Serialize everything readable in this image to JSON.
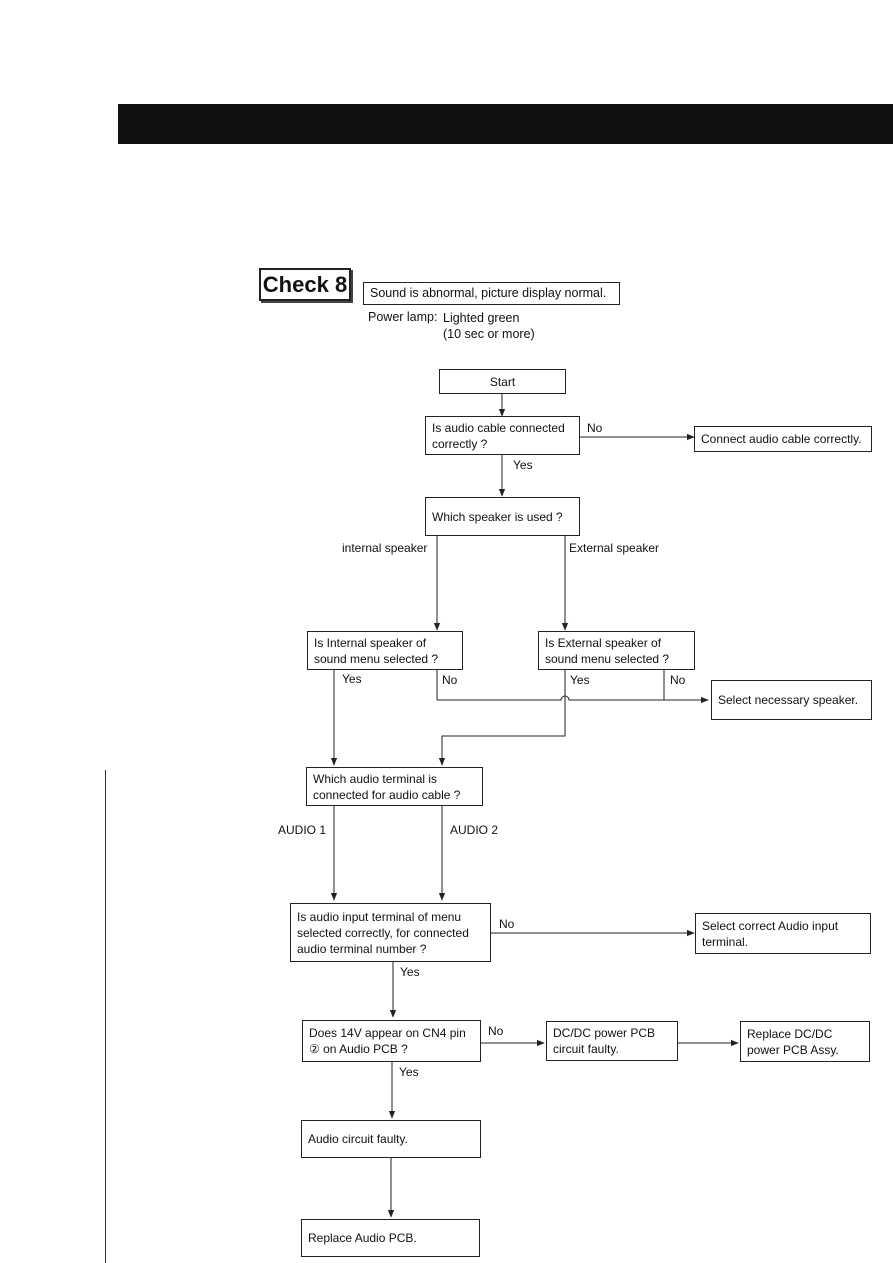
{
  "check": {
    "badge": "Check 8",
    "title": "Sound is abnormal, picture display normal."
  },
  "power_lamp": {
    "label": "Power lamp:",
    "value_line1": "Lighted green",
    "value_line2": "(10 sec or more)"
  },
  "nodes": {
    "start": "Start",
    "q_cable": "Is audio cable connected correctly ?",
    "a_connect_cable": "Connect audio cable correctly.",
    "q_speaker": "Which speaker is used ?",
    "q_internal": "Is Internal speaker of sound menu selected ?",
    "q_external": "Is External speaker of sound menu selected ?",
    "a_select_speaker": "Select necessary speaker.",
    "q_terminal": "Which audio terminal is connected for audio cable ?",
    "q_input_menu": "Is audio input terminal of menu selected correctly, for connected audio terminal number ?",
    "a_select_input": "Select correct Audio input terminal.",
    "q_14v": "Does 14V appear on CN4 pin ② on Audio PCB ?",
    "a_dcdc_faulty": "DC/DC power PCB circuit faulty.",
    "a_replace_dcdc": "Replace DC/DC power PCB Assy.",
    "a_audio_faulty": "Audio circuit faulty.",
    "a_replace_audio": "Replace Audio PCB."
  },
  "edge_labels": {
    "cable_no": "No",
    "cable_yes": "Yes",
    "internal_speaker": "internal speaker",
    "external_speaker": "External speaker",
    "internal_yes": "Yes",
    "internal_no": "No",
    "external_yes": "Yes",
    "external_no": "No",
    "audio1": "AUDIO 1",
    "audio2": "AUDIO 2",
    "input_no": "No",
    "input_yes": "Yes",
    "v14_no": "No",
    "v14_yes": "Yes"
  }
}
